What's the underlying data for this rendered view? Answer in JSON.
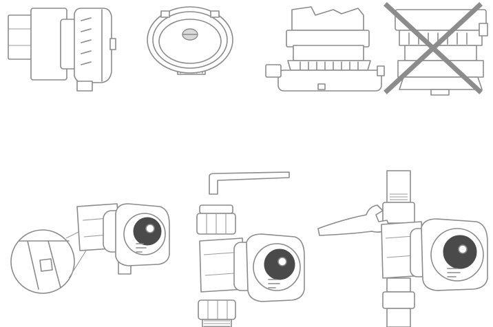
{
  "figure": {
    "top_row": [
      {
        "view": "side",
        "status": "allowed"
      },
      {
        "view": "front",
        "status": "allowed"
      },
      {
        "view": "top",
        "status": "allowed"
      },
      {
        "view": "bottom",
        "status": "not-allowed"
      }
    ],
    "bottom_row": [
      {
        "step": "mounting-orientation-detail"
      },
      {
        "step": "fit-connector-with-hex-key"
      },
      {
        "step": "tighten-with-wrench"
      }
    ],
    "colors": {
      "line": "#8a8a8a",
      "mark": "#8c8c8c",
      "dark": "#4a4a4a",
      "background": "#ffffff"
    }
  }
}
